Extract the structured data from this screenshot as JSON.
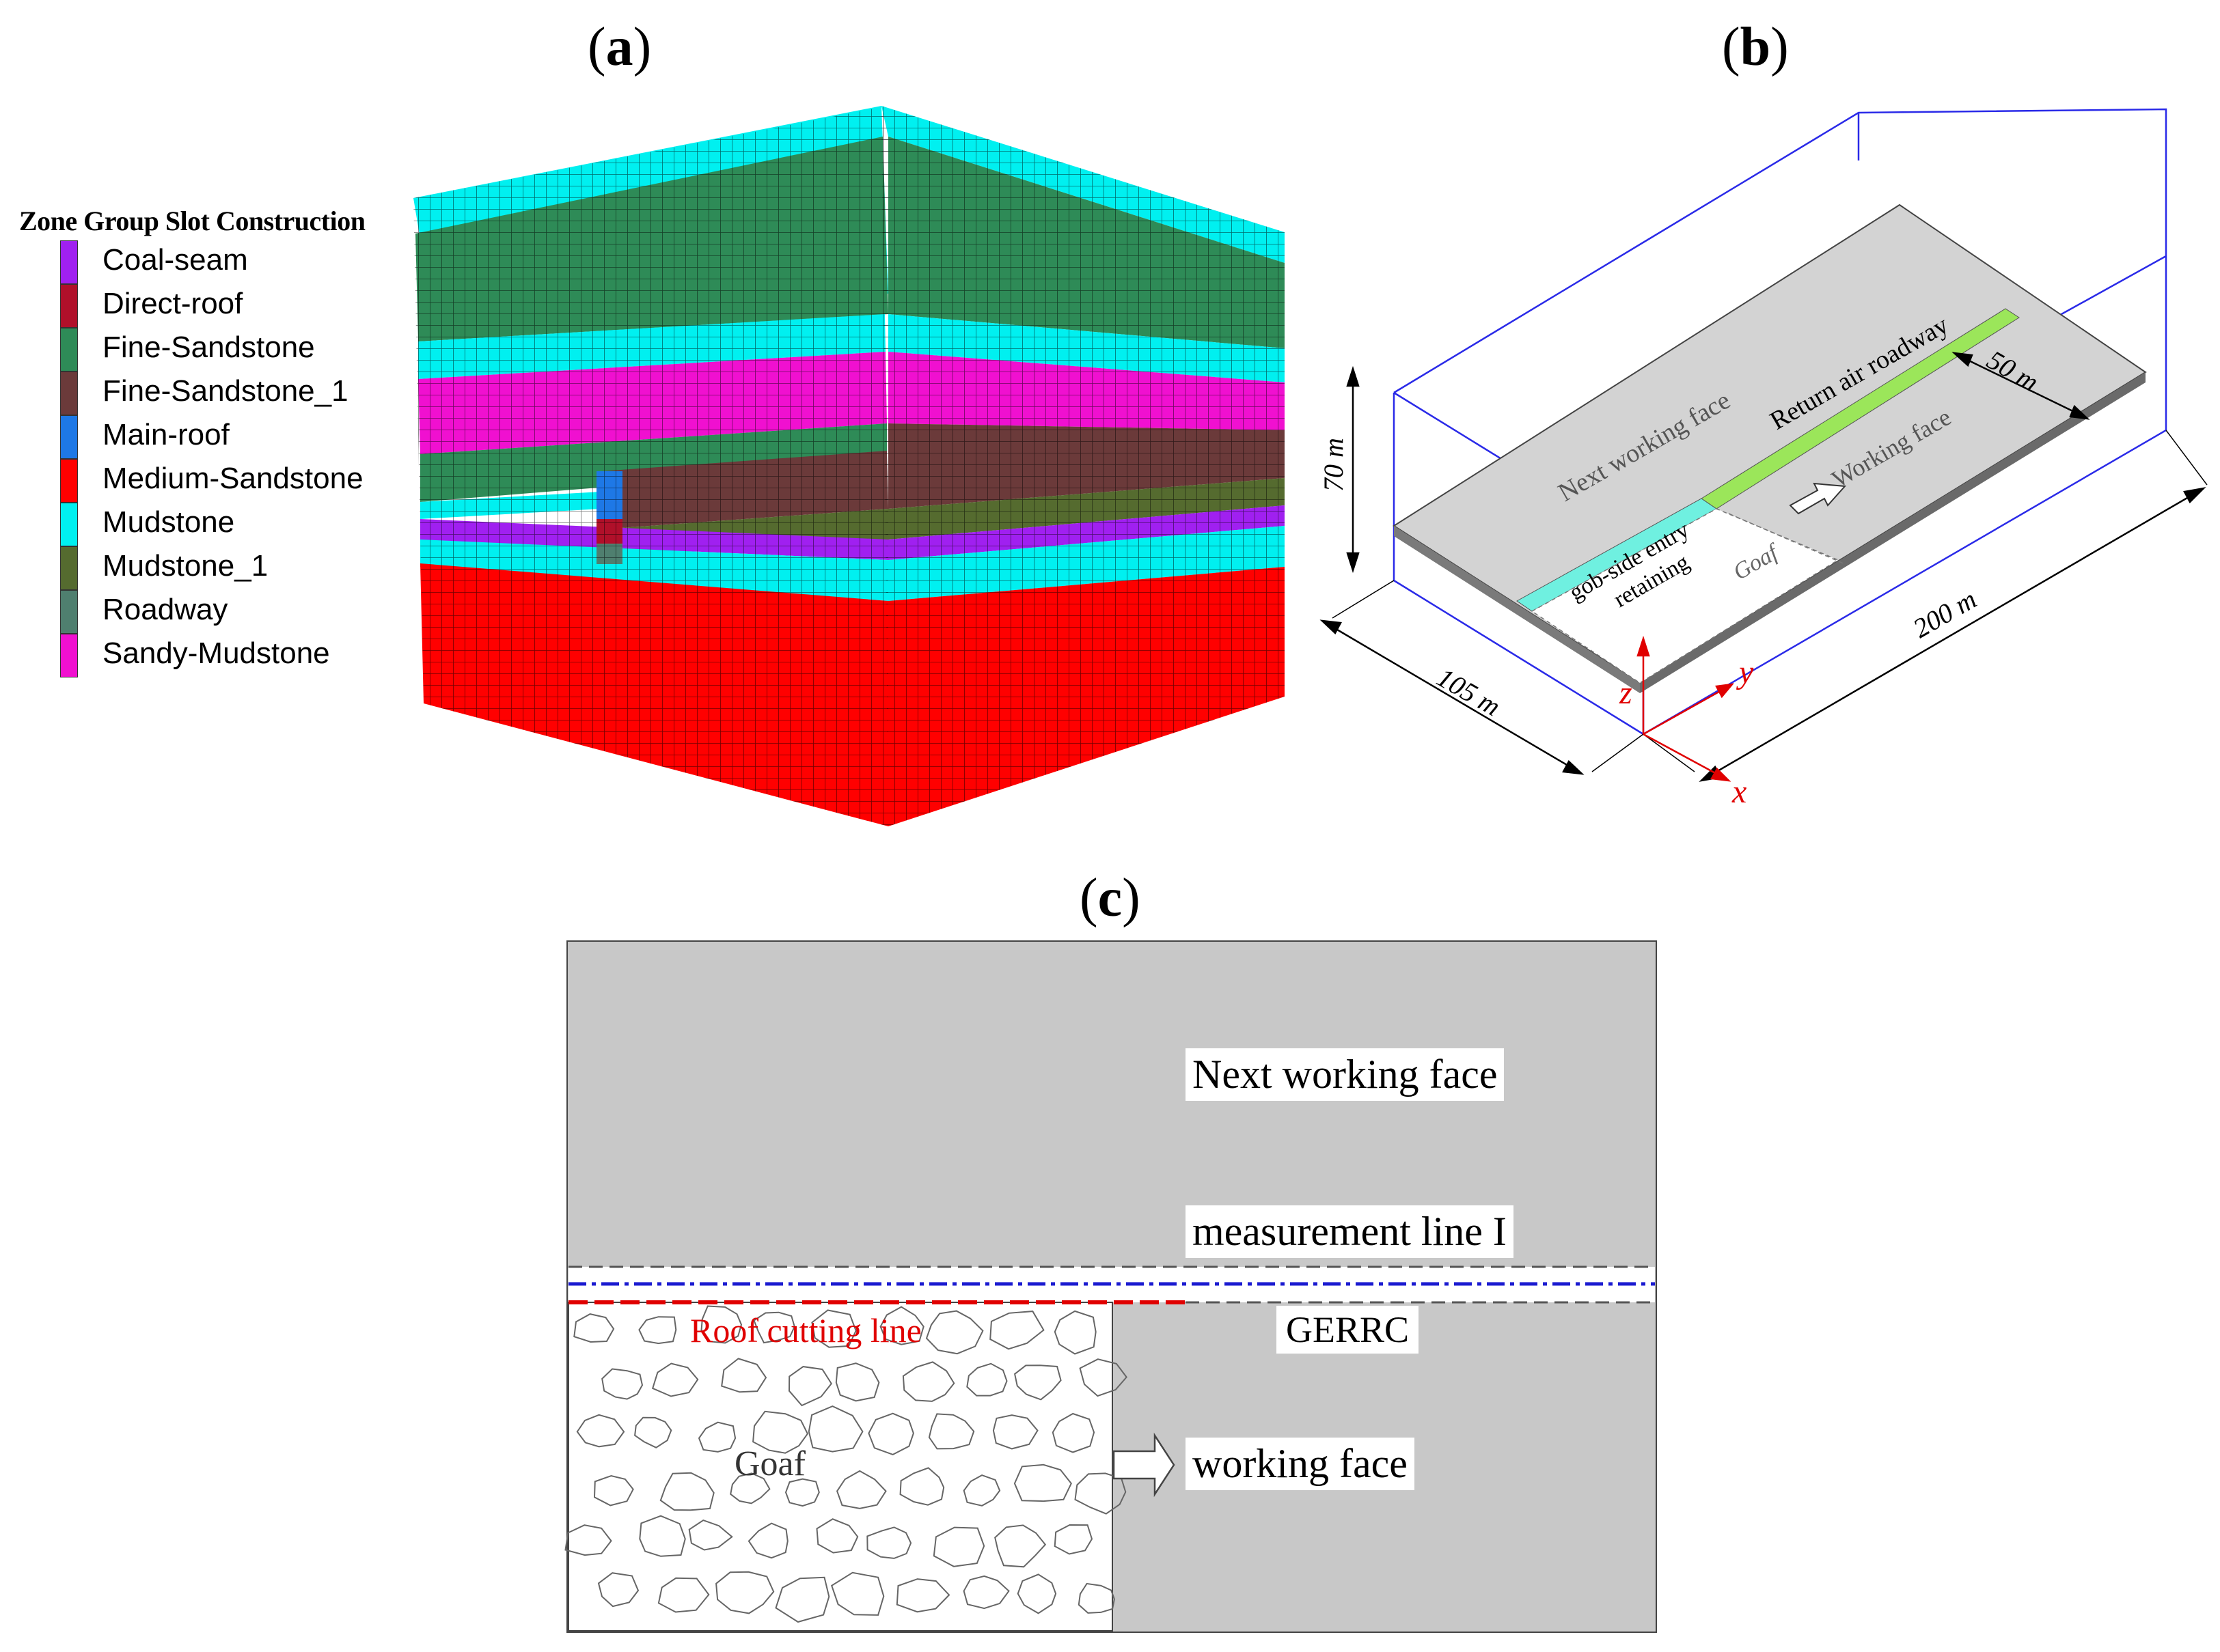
{
  "panels": {
    "a": "a",
    "b": "b",
    "c": "c"
  },
  "legend": {
    "title": "Zone Group Slot Construction",
    "items": [
      {
        "label": "Coal-seam",
        "color": "#a020f0"
      },
      {
        "label": "Direct-roof",
        "color": "#b0102a"
      },
      {
        "label": "Fine-Sandstone",
        "color": "#2e8b57"
      },
      {
        "label": "Fine-Sandstone_1",
        "color": "#6b3a3a"
      },
      {
        "label": "Main-roof",
        "color": "#1e78e6"
      },
      {
        "label": "Medium-Sandstone",
        "color": "#ff0000"
      },
      {
        "label": "Mudstone",
        "color": "#00f0f0"
      },
      {
        "label": "Mudstone_1",
        "color": "#556b2f"
      },
      {
        "label": "Roadway",
        "color": "#4f7f6f"
      },
      {
        "label": "Sandy-Mudstone",
        "color": "#f010d0"
      }
    ]
  },
  "panel_b": {
    "next_working_face": "Next working face",
    "return_air_roadway": "Return air roadway",
    "working_face": "Working face",
    "gob_side_1": "gob-side entry",
    "gob_side_2": "retaining",
    "goaf": "Goaf",
    "dim_height": "70 m",
    "dim_width": "105 m",
    "dim_length": "200 m",
    "dim_face": "50 m",
    "axis_x": "x",
    "axis_y": "y",
    "axis_z": "z"
  },
  "panel_c": {
    "next_working_face": "Next working face",
    "measurement_line": "measurement line I",
    "roof_cutting_line": "Roof cutting line",
    "gerrc": "GERRC",
    "goaf": "Goaf",
    "working_face": "working face"
  },
  "colors": {
    "cyan": "#00f0f0",
    "green": "#2e8b57",
    "magenta": "#f010d0",
    "brown": "#6b3a3a",
    "olive": "#556b2f",
    "purple": "#a020f0",
    "red": "#ff0000",
    "grey_surface": "#d3d3d3",
    "panel_c_grey": "#c8c8c8"
  }
}
